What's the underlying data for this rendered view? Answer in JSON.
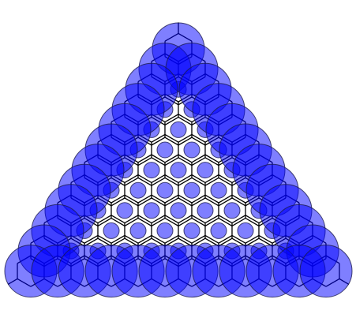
{
  "diagram": {
    "colors": {
      "background": "#ffffff",
      "lattice_stroke": "#000000",
      "circle_fill": "#0000ff",
      "circle_stroke": "#1a1a4d"
    },
    "hexagonal_lattice": {
      "rows": 12,
      "triangle_orientation": "point-up"
    },
    "overlay_circles": {
      "opacity": 0.5,
      "large_circles_on": "outer edge",
      "small_circles_on": "interior"
    }
  }
}
